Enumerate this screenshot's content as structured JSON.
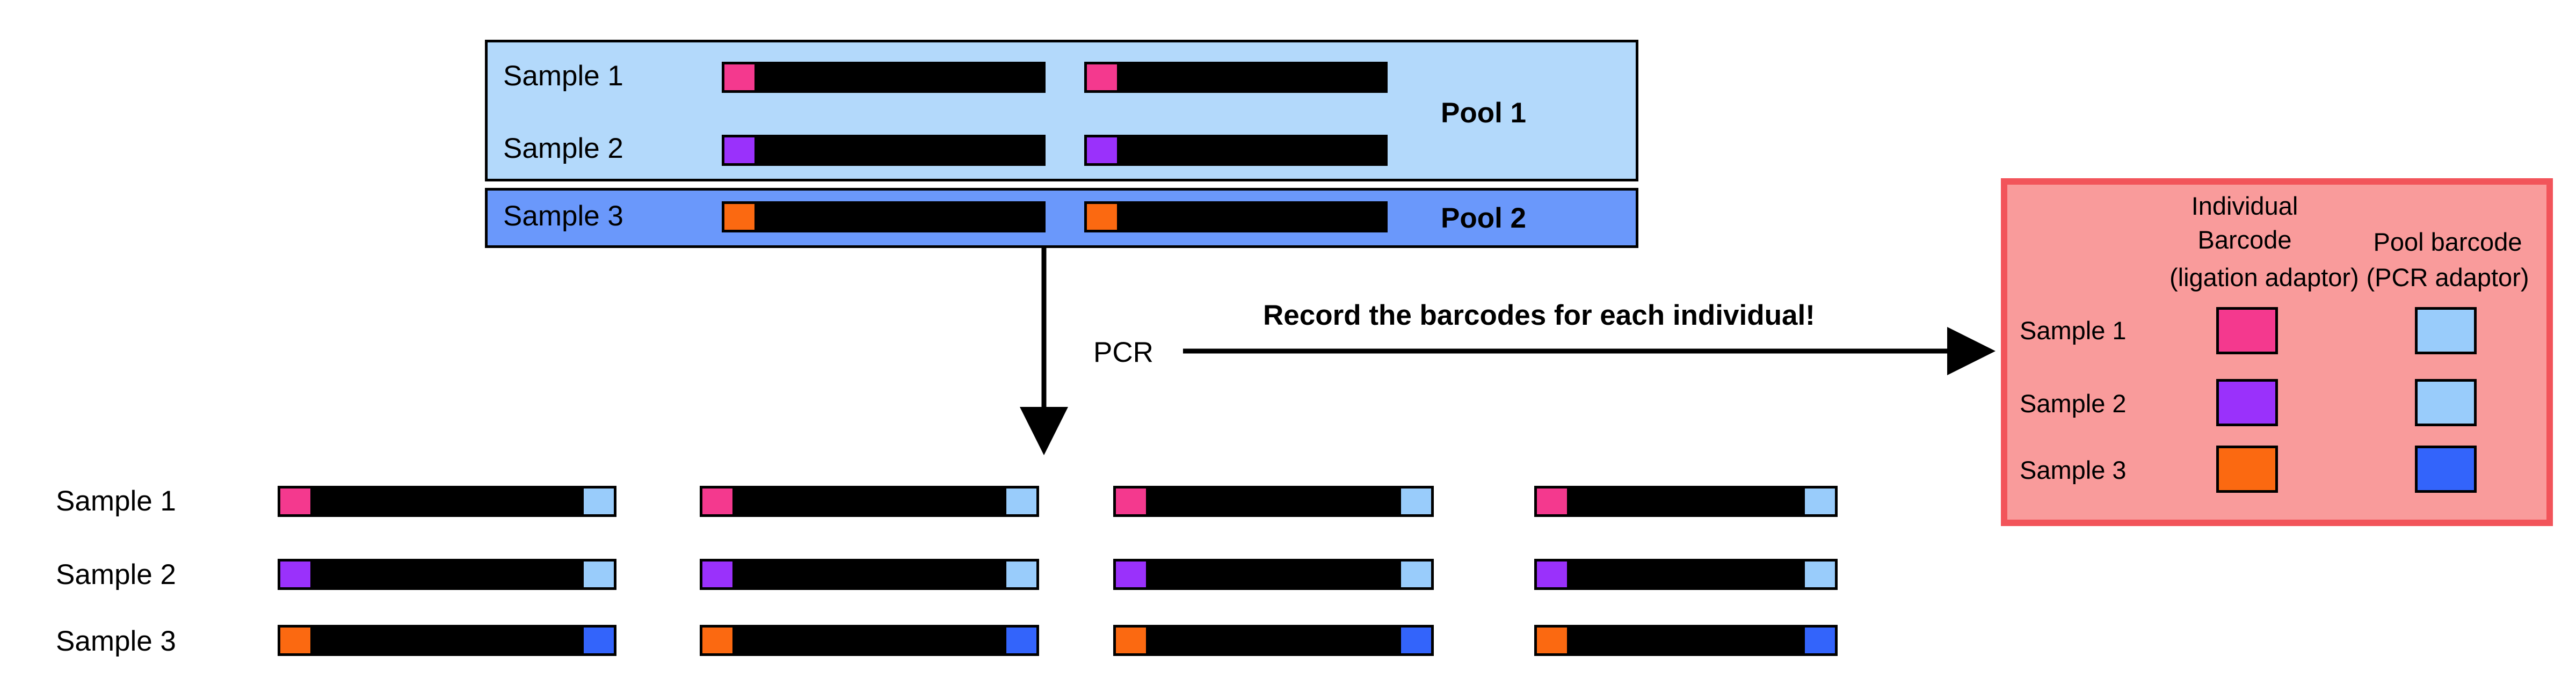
{
  "colors": {
    "pink": "#f4398e",
    "purple": "#9a31fb",
    "orange": "#fb6911",
    "light_blue": "#99ccfb",
    "blue": "#3364fb",
    "pool1_bg": "#b3d9fb",
    "pool2_bg": "#6a98fb",
    "legend_bg": "#f99b9b",
    "legend_border": "#f2545a"
  },
  "pools": {
    "pool1_label": "Pool 1",
    "pool2_label": "Pool 2",
    "samples": [
      "Sample 1",
      "Sample 2",
      "Sample 3"
    ]
  },
  "pcr": {
    "label": "PCR",
    "record_note": "Record the barcodes for each individual!"
  },
  "legend": {
    "col1_header_line1": "Individual",
    "col1_header_line2": "Barcode",
    "col1_header_line3": "(ligation adaptor)",
    "col2_header_line1": "Pool barcode",
    "col2_header_line2": "(PCR adaptor)",
    "rows": [
      "Sample 1",
      "Sample 2",
      "Sample 3"
    ]
  },
  "output": {
    "samples": [
      "Sample 1",
      "Sample 2",
      "Sample 3"
    ]
  }
}
